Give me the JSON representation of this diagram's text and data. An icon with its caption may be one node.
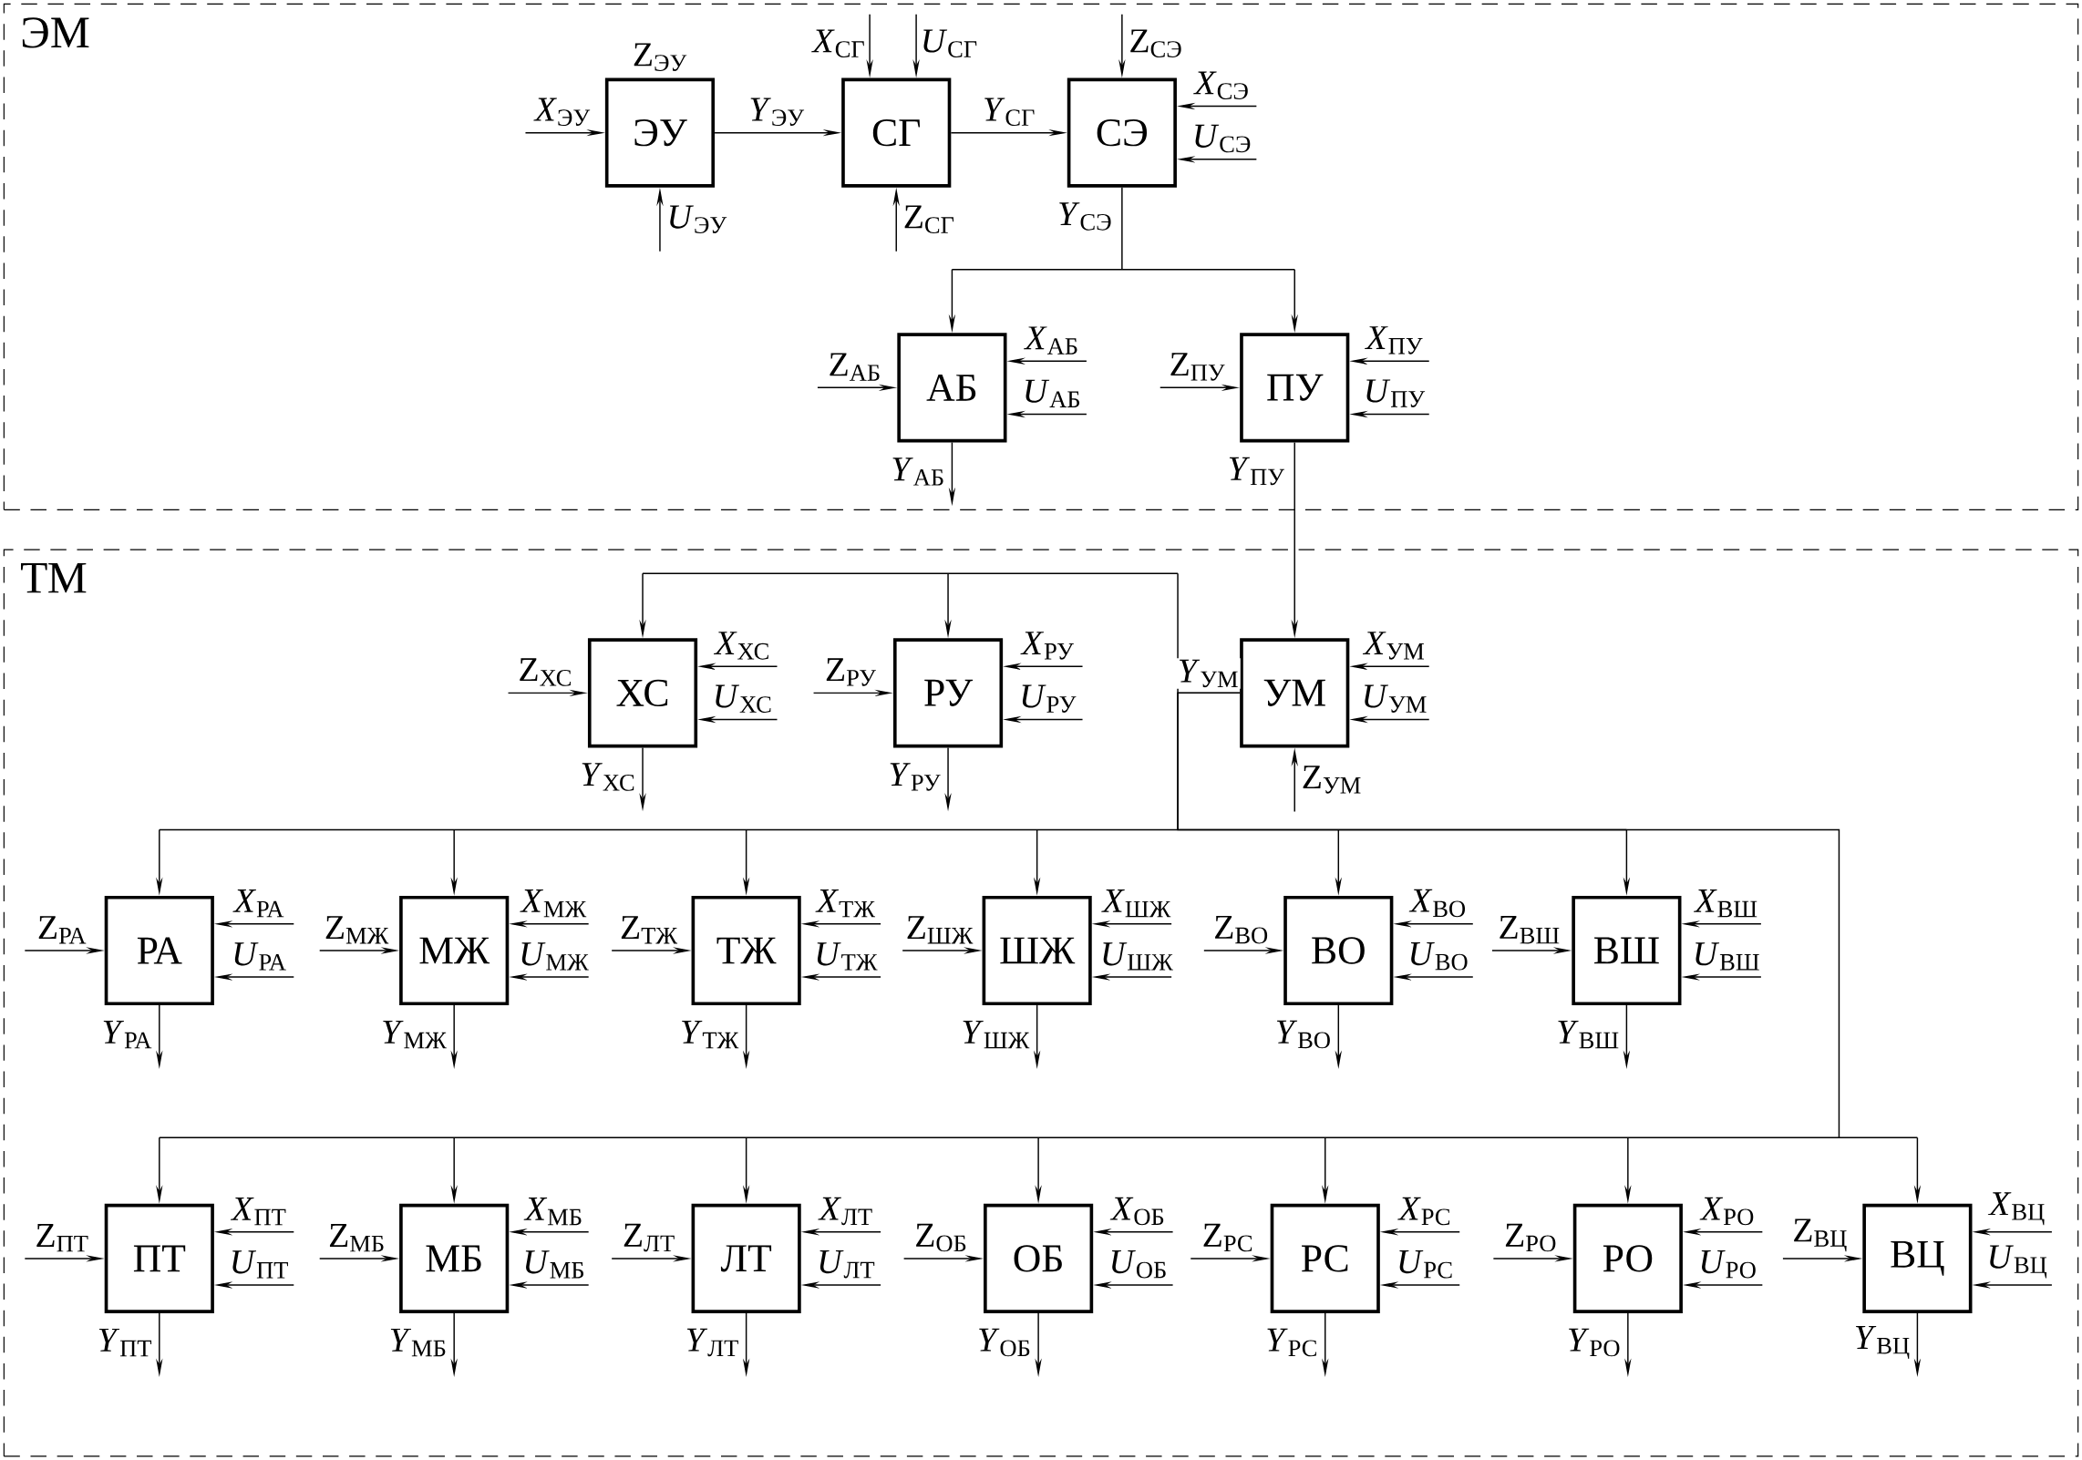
{
  "diagram": {
    "nodes": [
      {
        "text": [
          "ЭМ"
        ]
      },
      {
        "text": [
          "ТМ"
        ]
      },
      {
        "text": [
          "ЭУ"
        ],
        "in": 0,
        "beside": [
          "Z$_{ЭУ}$"
        ]
      },
      {
        "text": [
          "СГ"
        ],
        "in": 0
      },
      {
        "text": [
          "СЭ"
        ],
        "in": 0
      },
      {
        "text": [
          "АБ"
        ],
        "in": 0
      },
      {
        "text": [
          "ПУ"
        ],
        "in": 0
      },
      {
        "text": [
          "ХС"
        ],
        "in": 1
      },
      {
        "text": [
          "РУ"
        ],
        "in": 1
      },
      {
        "text": [
          "УМ"
        ],
        "in": 1
      },
      {
        "text": [
          "РА"
        ],
        "in": 1
      },
      {
        "text": [
          "МЖ"
        ],
        "in": 1
      },
      {
        "text": [
          "ТЖ"
        ],
        "in": 1
      },
      {
        "text": [
          "ШЖ"
        ],
        "in": 1
      },
      {
        "text": [
          "ВО"
        ],
        "in": 1
      },
      {
        "text": [
          "ВШ"
        ],
        "in": 1
      },
      {
        "text": [
          "ПТ"
        ],
        "in": 1
      },
      {
        "text": [
          "МБ"
        ],
        "in": 1
      },
      {
        "text": [
          "ЛТ"
        ],
        "in": 1
      },
      {
        "text": [
          "ОБ"
        ],
        "in": 1
      },
      {
        "text": [
          "РС"
        ],
        "in": 1
      },
      {
        "text": [
          "РО"
        ],
        "in": 1
      },
      {
        "text": [
          "ВЦ"
        ],
        "in": 1
      }
    ],
    "edges": [
      {
        "from": 2,
        "to": 3,
        "arrow": "to",
        "label": "*Y*$_{ЭУ}$"
      },
      {
        "from": 3,
        "to": 4,
        "arrow": "to",
        "label": "*Y*$_{СГ}$"
      },
      {
        "from": 4,
        "to": 5,
        "arrow": "to",
        "label": "*Y*$_{СЭ}$"
      },
      {
        "from": 4,
        "to": 6,
        "arrow": "to"
      },
      {
        "from": 6,
        "to": 9,
        "arrow": "to",
        "label": "*Y*$_{ПУ}$"
      },
      {
        "from": 9,
        "to": 7,
        "arrow": "to",
        "label": "*Y*$_{УМ}$"
      },
      {
        "from": 9,
        "to": 8,
        "arrow": "to"
      },
      {
        "from": 9,
        "to": 10,
        "arrow": "to"
      },
      {
        "from": 9,
        "to": 11,
        "arrow": "to"
      },
      {
        "from": 9,
        "to": 12,
        "arrow": "to"
      },
      {
        "from": 9,
        "to": 13,
        "arrow": "to"
      },
      {
        "from": 9,
        "to": 14,
        "arrow": "to"
      },
      {
        "from": 9,
        "to": 15,
        "arrow": "to"
      },
      {
        "from": 9,
        "to": 16,
        "arrow": "to"
      },
      {
        "from": 9,
        "to": 17,
        "arrow": "to"
      },
      {
        "from": 9,
        "to": 18,
        "arrow": "to"
      },
      {
        "from": 9,
        "to": 19,
        "arrow": "to"
      },
      {
        "from": 9,
        "to": 20,
        "arrow": "to"
      },
      {
        "from": 9,
        "to": 21,
        "arrow": "to"
      },
      {
        "from": 9,
        "to": 22,
        "arrow": "to"
      },
      {
        "from": null,
        "to": 2,
        "arrow": "to",
        "label": "*X*$_{ЭУ}$"
      },
      {
        "from": null,
        "to": 2,
        "arrow": "to",
        "label": "*U*$_{ЭУ}$"
      },
      {
        "from": null,
        "to": 3,
        "arrow": "to",
        "label": "*X*$_{СГ}$"
      },
      {
        "from": null,
        "to": 3,
        "arrow": "to",
        "label": "*U*$_{СГ}$"
      },
      {
        "from": null,
        "to": 3,
        "arrow": "to",
        "label": "Z$_{СГ}$"
      },
      {
        "from": null,
        "to": 4,
        "arrow": "to",
        "label": "Z$_{СЭ}$"
      },
      {
        "from": null,
        "to": 4,
        "arrow": "to",
        "label": "*X*$_{СЭ}$"
      },
      {
        "from": null,
        "to": 4,
        "arrow": "to",
        "label": "*U*$_{СЭ}$"
      },
      {
        "from": null,
        "to": 5,
        "arrow": "to",
        "label": "Z$_{АБ}$"
      },
      {
        "from": null,
        "to": 5,
        "arrow": "to",
        "label": "*X*$_{АБ}$"
      },
      {
        "from": null,
        "to": 5,
        "arrow": "to",
        "label": "*U*$_{АБ}$"
      },
      {
        "from": 5,
        "to": null,
        "arrow": "to",
        "label": "*Y*$_{АБ}$"
      },
      {
        "from": null,
        "to": 6,
        "arrow": "to",
        "label": "Z$_{ПУ}$"
      },
      {
        "from": null,
        "to": 6,
        "arrow": "to",
        "label": "*X*$_{ПУ}$"
      },
      {
        "from": null,
        "to": 6,
        "arrow": "to",
        "label": "*U*$_{ПУ}$"
      },
      {
        "from": null,
        "to": 7,
        "arrow": "to",
        "label": "Z$_{ХС}$"
      },
      {
        "from": null,
        "to": 7,
        "arrow": "to",
        "label": "*X*$_{ХС}$"
      },
      {
        "from": null,
        "to": 7,
        "arrow": "to",
        "label": "*U*$_{ХС}$"
      },
      {
        "from": 7,
        "to": null,
        "arrow": "to",
        "label": "*Y*$_{ХС}$"
      },
      {
        "from": null,
        "to": 8,
        "arrow": "to",
        "label": "Z$_{РУ}$"
      },
      {
        "from": null,
        "to": 8,
        "arrow": "to",
        "label": "*X*$_{РУ}$"
      },
      {
        "from": null,
        "to": 8,
        "arrow": "to",
        "label": "*U*$_{РУ}$"
      },
      {
        "from": 8,
        "to": null,
        "arrow": "to",
        "label": "*Y*$_{РУ}$"
      },
      {
        "from": null,
        "to": 9,
        "arrow": "to",
        "label": "*X*$_{УМ}$"
      },
      {
        "from": null,
        "to": 9,
        "arrow": "to",
        "label": "*U*$_{УМ}$"
      },
      {
        "from": null,
        "to": 9,
        "arrow": "to",
        "label": "Z$_{УМ}$"
      },
      {
        "from": null,
        "to": 10,
        "arrow": "to",
        "label": "Z$_{РА}$"
      },
      {
        "from": null,
        "to": 10,
        "arrow": "to",
        "label": "*X*$_{РА}$"
      },
      {
        "from": null,
        "to": 10,
        "arrow": "to",
        "label": "*U*$_{РА}$"
      },
      {
        "from": 10,
        "to": null,
        "arrow": "to",
        "label": "*Y*$_{РА}$"
      },
      {
        "from": null,
        "to": 11,
        "arrow": "to",
        "label": "Z$_{МЖ}$"
      },
      {
        "from": null,
        "to": 11,
        "arrow": "to",
        "label": "*X*$_{МЖ}$"
      },
      {
        "from": null,
        "to": 11,
        "arrow": "to",
        "label": "*U*$_{МЖ}$"
      },
      {
        "from": 11,
        "to": null,
        "arrow": "to",
        "label": "*Y*$_{МЖ}$"
      },
      {
        "from": null,
        "to": 12,
        "arrow": "to",
        "label": "Z$_{ТЖ}$"
      },
      {
        "from": null,
        "to": 12,
        "arrow": "to",
        "label": "*X*$_{ТЖ}$"
      },
      {
        "from": null,
        "to": 12,
        "arrow": "to",
        "label": "*U*$_{ТЖ}$"
      },
      {
        "from": 12,
        "to": null,
        "arrow": "to",
        "label": "*Y*$_{ТЖ}$"
      },
      {
        "from": null,
        "to": 13,
        "arrow": "to",
        "label": "Z$_{ШЖ}$"
      },
      {
        "from": null,
        "to": 13,
        "arrow": "to",
        "label": "*X*$_{ШЖ}$"
      },
      {
        "from": null,
        "to": 13,
        "arrow": "to",
        "label": "*U*$_{ШЖ}$"
      },
      {
        "from": 13,
        "to": null,
        "arrow": "to",
        "label": "*Y*$_{ШЖ}$"
      },
      {
        "from": null,
        "to": 14,
        "arrow": "to",
        "label": "Z$_{ВО}$"
      },
      {
        "from": null,
        "to": 14,
        "arrow": "to",
        "label": "*X*$_{ВО}$"
      },
      {
        "from": null,
        "to": 14,
        "arrow": "to",
        "label": "*U*$_{ВО}$"
      },
      {
        "from": 14,
        "to": null,
        "arrow": "to",
        "label": "*Y*$_{ВО}$"
      },
      {
        "from": null,
        "to": 15,
        "arrow": "to",
        "label": "Z$_{ВШ}$"
      },
      {
        "from": null,
        "to": 15,
        "arrow": "to",
        "label": "*X*$_{ВШ}$"
      },
      {
        "from": null,
        "to": 15,
        "arrow": "to",
        "label": "*U*$_{ВШ}$"
      },
      {
        "from": 15,
        "to": null,
        "arrow": "to",
        "label": "*Y*$_{ВШ}$"
      },
      {
        "from": null,
        "to": 16,
        "arrow": "to",
        "label": "Z$_{ПТ}$"
      },
      {
        "from": null,
        "to": 16,
        "arrow": "to",
        "label": "*X*$_{ПТ}$"
      },
      {
        "from": null,
        "to": 16,
        "arrow": "to",
        "label": "*U*$_{ПТ}$"
      },
      {
        "from": 16,
        "to": null,
        "arrow": "to",
        "label": "*Y*$_{ПТ}$"
      },
      {
        "from": null,
        "to": 17,
        "arrow": "to",
        "label": "Z$_{МБ}$"
      },
      {
        "from": null,
        "to": 17,
        "arrow": "to",
        "label": "*X*$_{МБ}$"
      },
      {
        "from": null,
        "to": 17,
        "arrow": "to",
        "label": "*U*$_{МБ}$"
      },
      {
        "from": 17,
        "to": null,
        "arrow": "to",
        "label": "*Y*$_{МБ}$"
      },
      {
        "from": null,
        "to": 18,
        "arrow": "to",
        "label": "Z$_{ЛТ}$"
      },
      {
        "from": null,
        "to": 18,
        "arrow": "to",
        "label": "*X*$_{ЛТ}$"
      },
      {
        "from": null,
        "to": 18,
        "arrow": "to",
        "label": "*U*$_{ЛТ}$"
      },
      {
        "from": 18,
        "to": null,
        "arrow": "to",
        "label": "*Y*$_{ЛТ}$"
      },
      {
        "from": null,
        "to": 19,
        "arrow": "to",
        "label": "Z$_{ОБ}$"
      },
      {
        "from": null,
        "to": 19,
        "arrow": "to",
        "label": "*X*$_{ОБ}$"
      },
      {
        "from": null,
        "to": 19,
        "arrow": "to",
        "label": "*U*$_{ОБ}$"
      },
      {
        "from": 19,
        "to": null,
        "arrow": "to",
        "label": "*Y*$_{ОБ}$"
      },
      {
        "from": null,
        "to": 20,
        "arrow": "to",
        "label": "Z$_{РС}$"
      },
      {
        "from": null,
        "to": 20,
        "arrow": "to",
        "label": "*X*$_{РС}$"
      },
      {
        "from": null,
        "to": 20,
        "arrow": "to",
        "label": "*U*$_{РС}$"
      },
      {
        "from": 20,
        "to": null,
        "arrow": "to",
        "label": "*Y*$_{РС}$"
      },
      {
        "from": null,
        "to": 21,
        "arrow": "to",
        "label": "Z$_{РО}$"
      },
      {
        "from": null,
        "to": 21,
        "arrow": "to",
        "label": "*X*$_{РО}$"
      },
      {
        "from": null,
        "to": 21,
        "arrow": "to",
        "label": "*U*$_{РО}$"
      },
      {
        "from": 21,
        "to": null,
        "arrow": "to",
        "label": "*Y*$_{РО}$"
      },
      {
        "from": null,
        "to": 22,
        "arrow": "to",
        "label": "Z$_{ВЦ}$"
      },
      {
        "from": null,
        "to": 22,
        "arrow": "to",
        "label": "*X*$_{ВЦ}$"
      },
      {
        "from": null,
        "to": 22,
        "arrow": "to",
        "label": "*U*$_{ВЦ}$"
      },
      {
        "from": 22,
        "to": null,
        "arrow": "to",
        "label": "*Y*$_{ВЦ}$"
      }
    ]
  }
}
